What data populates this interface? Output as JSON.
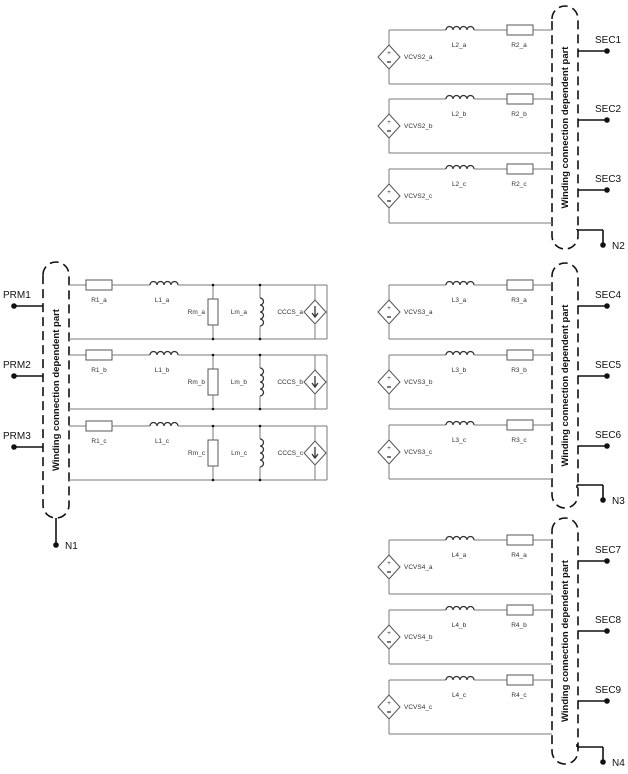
{
  "primary": {
    "ports": [
      "PRM1",
      "PRM2",
      "PRM3"
    ],
    "neutral": "N1",
    "block_label": "Winding connection dependent part",
    "phases": [
      {
        "r": "R1_a",
        "l": "L1_a",
        "rm": "Rm_a",
        "lm": "Lm_a",
        "src": "CCCS_a"
      },
      {
        "r": "R1_b",
        "l": "L1_b",
        "rm": "Rm_b",
        "lm": "Lm_b",
        "src": "CCCS_b"
      },
      {
        "r": "R1_c",
        "l": "L1_c",
        "rm": "Rm_c",
        "lm": "Lm_c",
        "src": "CCCS_c"
      }
    ]
  },
  "secondaries": [
    {
      "ports": [
        "SEC1",
        "SEC2",
        "SEC3"
      ],
      "neutral": "N2",
      "block_label": "Winding connection dependent part",
      "phases": [
        {
          "src": "VCVS2_a",
          "l": "L2_a",
          "r": "R2_a"
        },
        {
          "src": "VCVS2_b",
          "l": "L2_b",
          "r": "R2_b"
        },
        {
          "src": "VCVS2_c",
          "l": "L2_c",
          "r": "R2_c"
        }
      ]
    },
    {
      "ports": [
        "SEC4",
        "SEC5",
        "SEC6"
      ],
      "neutral": "N3",
      "block_label": "Winding connection dependent part",
      "phases": [
        {
          "src": "VCVS3_a",
          "l": "L3_a",
          "r": "R3_a"
        },
        {
          "src": "VCVS3_b",
          "l": "L3_b",
          "r": "R3_b"
        },
        {
          "src": "VCVS3_c",
          "l": "L3_c",
          "r": "R3_c"
        }
      ]
    },
    {
      "ports": [
        "SEC7",
        "SEC8",
        "SEC9"
      ],
      "neutral": "N4",
      "block_label": "Winding connection dependent part",
      "phases": [
        {
          "src": "VCVS4_a",
          "l": "L4_a",
          "r": "R4_a"
        },
        {
          "src": "VCVS4_b",
          "l": "L4_b",
          "r": "R4_b"
        },
        {
          "src": "VCVS4_c",
          "l": "L4_c",
          "r": "R4_c"
        }
      ]
    }
  ]
}
